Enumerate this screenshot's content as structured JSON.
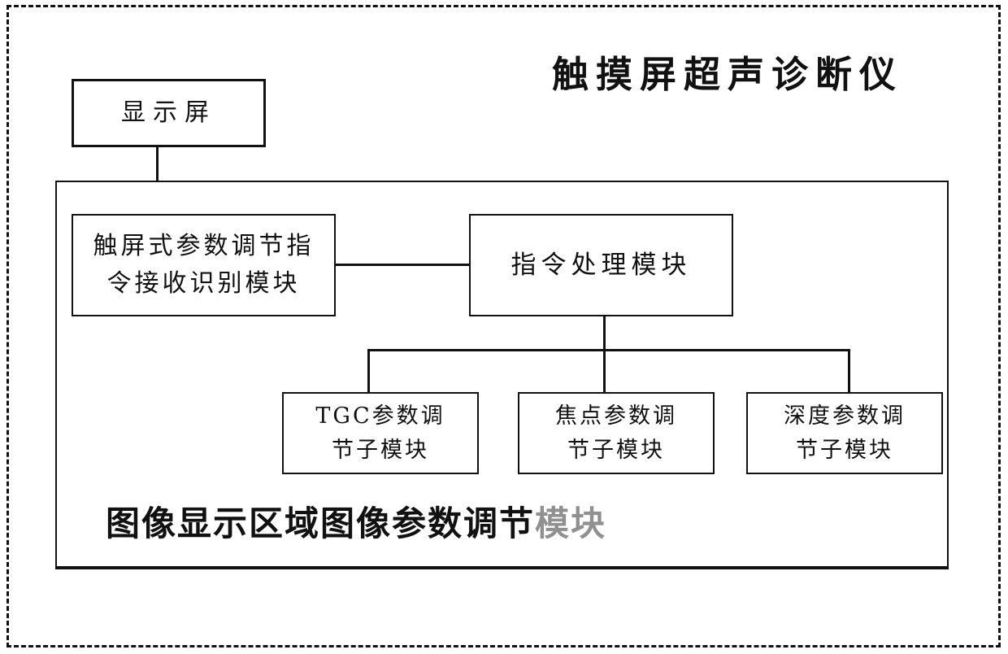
{
  "diagram": {
    "title": "触摸屏超声诊断仪",
    "nodes": {
      "display_screen": {
        "label": "显示屏"
      },
      "touch_command_module": {
        "line1": "触屏式参数调节指",
        "line2": "令接收识别模块"
      },
      "instruction_module": {
        "label": "指令处理模块"
      },
      "tgc_submodule": {
        "line1": "TGC参数调",
        "line2": "节子模块"
      },
      "focus_submodule": {
        "line1": "焦点参数调",
        "line2": "节子模块"
      },
      "depth_submodule": {
        "line1": "深度参数调",
        "line2": "节子模块"
      }
    },
    "container_label": {
      "main": "图像显示区域图像参数调节",
      "faded": "模块"
    }
  },
  "colors": {
    "ink": "#111111",
    "faded_text": "#909090",
    "background": "#ffffff"
  }
}
